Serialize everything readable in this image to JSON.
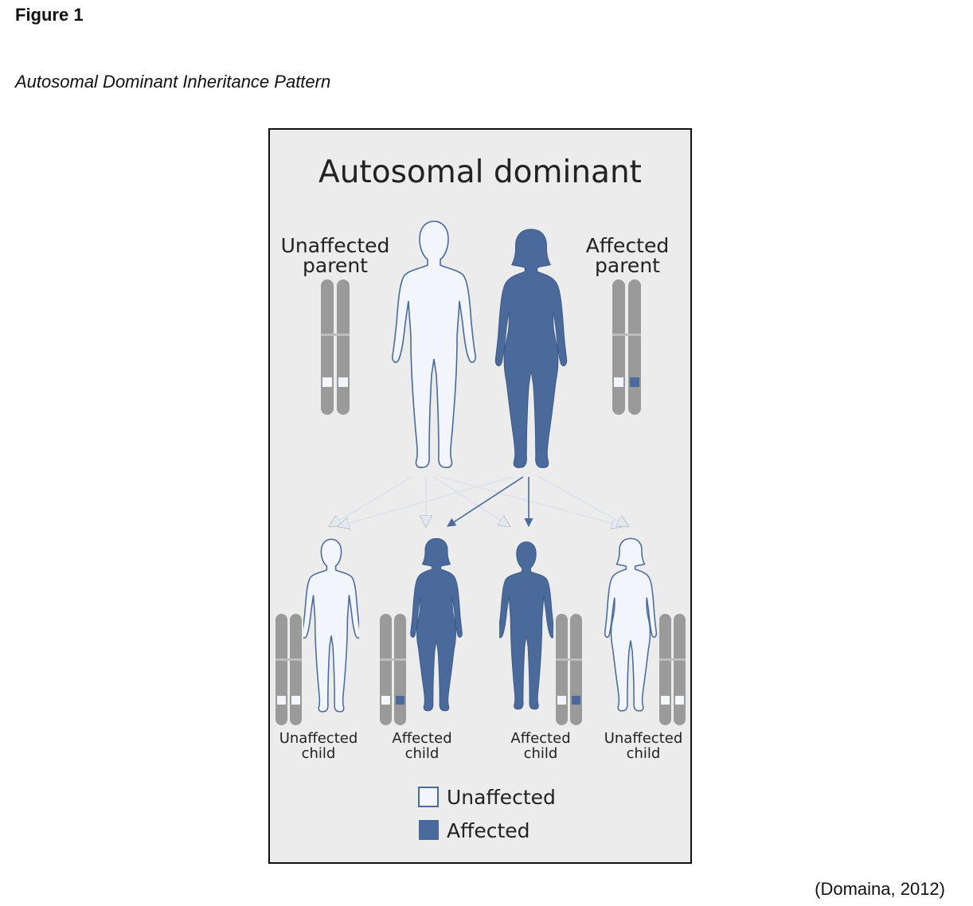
{
  "figure": {
    "label": "Figure 1",
    "title": "Autosomal Dominant Inheritance Pattern",
    "citation": "(Domaina, 2012)"
  },
  "diagram": {
    "heading": "Autosomal dominant",
    "parents": [
      {
        "label_line1": "Unaffected",
        "label_line2": "parent",
        "status": "unaffected"
      },
      {
        "label_line1": "Affected",
        "label_line2": "parent",
        "status": "affected"
      }
    ],
    "children": [
      {
        "label_line1": "Unaffected",
        "label_line2": "child",
        "status": "unaffected"
      },
      {
        "label_line1": "Affected",
        "label_line2": "child",
        "status": "affected"
      },
      {
        "label_line1": "Affected",
        "label_line2": "child",
        "status": "affected"
      },
      {
        "label_line1": "Unaffected",
        "label_line2": "child",
        "status": "unaffected"
      }
    ],
    "legend": {
      "unaffected": "Unaffected",
      "affected": "Affected"
    },
    "colors": {
      "affected": "#4a6a9c",
      "unaffected": "#f2f5fb",
      "chromosome": "#9a9a9a",
      "background": "#ececec",
      "arrow_unaffected": "#dde3ec",
      "arrow_affected": "#4a6a9c"
    }
  }
}
